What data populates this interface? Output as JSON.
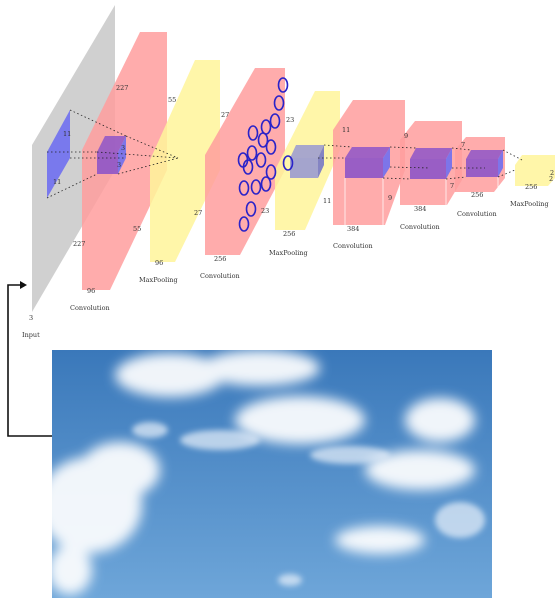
{
  "colors": {
    "input": "#c8c8c8",
    "conv": "#ff9d9d",
    "pool": "#fff59a",
    "kernel": "#6f6ff0",
    "kernel_front": "#8e55c8",
    "neuron": "#2a23c9",
    "sky_top": "#3a78ba",
    "sky_bottom": "#6ea6d9"
  },
  "layers": [
    {
      "caption": "Input",
      "dims": {
        "front": "3",
        "top": "",
        "side": ""
      }
    },
    {
      "caption": "Convolution",
      "dims": {
        "front": "96",
        "top": "227",
        "side": "227"
      }
    },
    {
      "caption": "MaxPooling",
      "dims": {
        "front": "96",
        "top": "55",
        "side": "55"
      }
    },
    {
      "caption": "Convolution",
      "dims": {
        "front": "256",
        "top": "27",
        "side": "27"
      }
    },
    {
      "caption": "MaxPooling",
      "dims": {
        "front": "256",
        "top": "23",
        "side": "23"
      }
    },
    {
      "caption": "Convolution",
      "dims": {
        "front": "384",
        "top": "11",
        "side": "11"
      }
    },
    {
      "caption": "Convolution",
      "dims": {
        "front": "384",
        "top": "9",
        "side": "9"
      }
    },
    {
      "caption": "Convolution",
      "dims": {
        "front": "256",
        "top": "7",
        "side": "7"
      }
    },
    {
      "caption": "MaxPooling",
      "dims": {
        "front": "256",
        "top": "2",
        "side": "2"
      }
    }
  ],
  "kernel_labels": {
    "k1_side": "11",
    "k1_bottom": "11",
    "k2_a": "3",
    "k2_b": "3"
  },
  "image": {
    "icon": "sky-clouds-photo"
  }
}
